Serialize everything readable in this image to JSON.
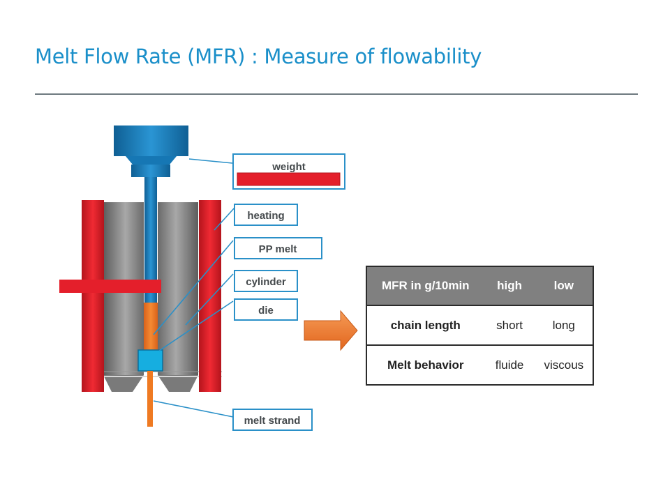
{
  "title": "Melt Flow Rate (MFR) : Measure of flowability",
  "diagram": {
    "labels": {
      "weight": "weight",
      "heating": "heating",
      "pp_melt": "PP melt",
      "cylinder": "cylinder",
      "die": "die",
      "melt_strand": "melt strand"
    },
    "colors": {
      "accent_blue": "#1a8fc9",
      "heater_red": "#e41f2b",
      "melt_orange": "#f07a22",
      "piston_blue": "#1677b4",
      "cylinder_gray": "#8a8a8a"
    }
  },
  "table": {
    "headers": [
      "MFR in g/10min",
      "high",
      "low"
    ],
    "rows": [
      [
        "chain length",
        "short",
        "long"
      ],
      [
        "Melt behavior",
        "fluide",
        "viscous"
      ]
    ]
  }
}
